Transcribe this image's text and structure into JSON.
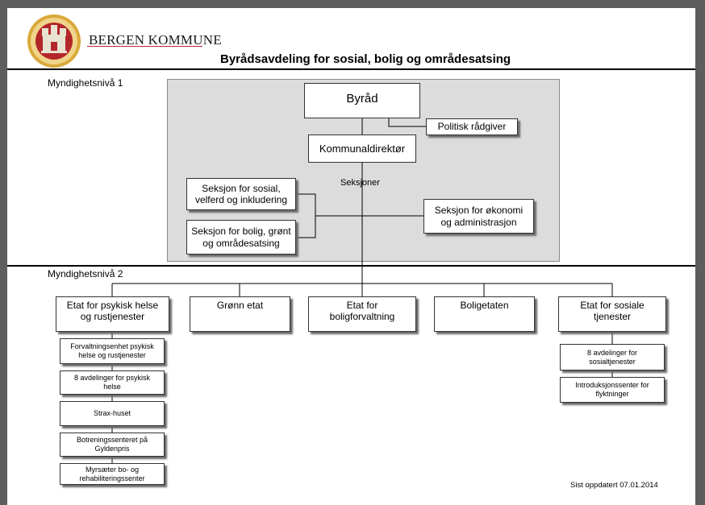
{
  "header": {
    "brand": "BERGEN KOMMUNE",
    "title": "Byrådsavdeling for sosial, bolig og områdesatsing",
    "logo_icon": "bergen-coat-of-arms-icon"
  },
  "levels": {
    "level1": "Myndighetsnivå 1",
    "level2": "Myndighetsnivå 2"
  },
  "level1": {
    "byrad": "Byråd",
    "politisk": "Politisk rådgiver",
    "kommunaldirektor": "Kommunaldirektør",
    "seksjoner_label": "Seksjoner",
    "seksjon_sosial": "Seksjon for sosial,\nvelferd og inkludering",
    "seksjon_bolig": "Seksjon for bolig, grønt\nog områdesatsing",
    "seksjon_okonomi": "Seksjon for økonomi\nog administrasjon"
  },
  "etater": [
    "Etat for psykisk helse\nog rustjenester",
    "Grønn etat",
    "Etat for\nboligforvaltning",
    "Boligetaten",
    "Etat for sosiale\ntjenester"
  ],
  "psykisk_units": [
    "Forvaltningsenhet psykisk\nhelse og rustjenester",
    "8 avdelinger for psykisk\nhelse",
    "Strax-huset",
    "Botreningssenteret på\nGyldenpris",
    "Myrsæter bo- og\nrehabiliteringssenter"
  ],
  "sosiale_units": [
    "8 avdelinger for\nsosialtjenester",
    "Introduksjonssenter for\nflyktninger"
  ],
  "footer": {
    "updated": "Sist oppdatert 07.01.2014"
  }
}
